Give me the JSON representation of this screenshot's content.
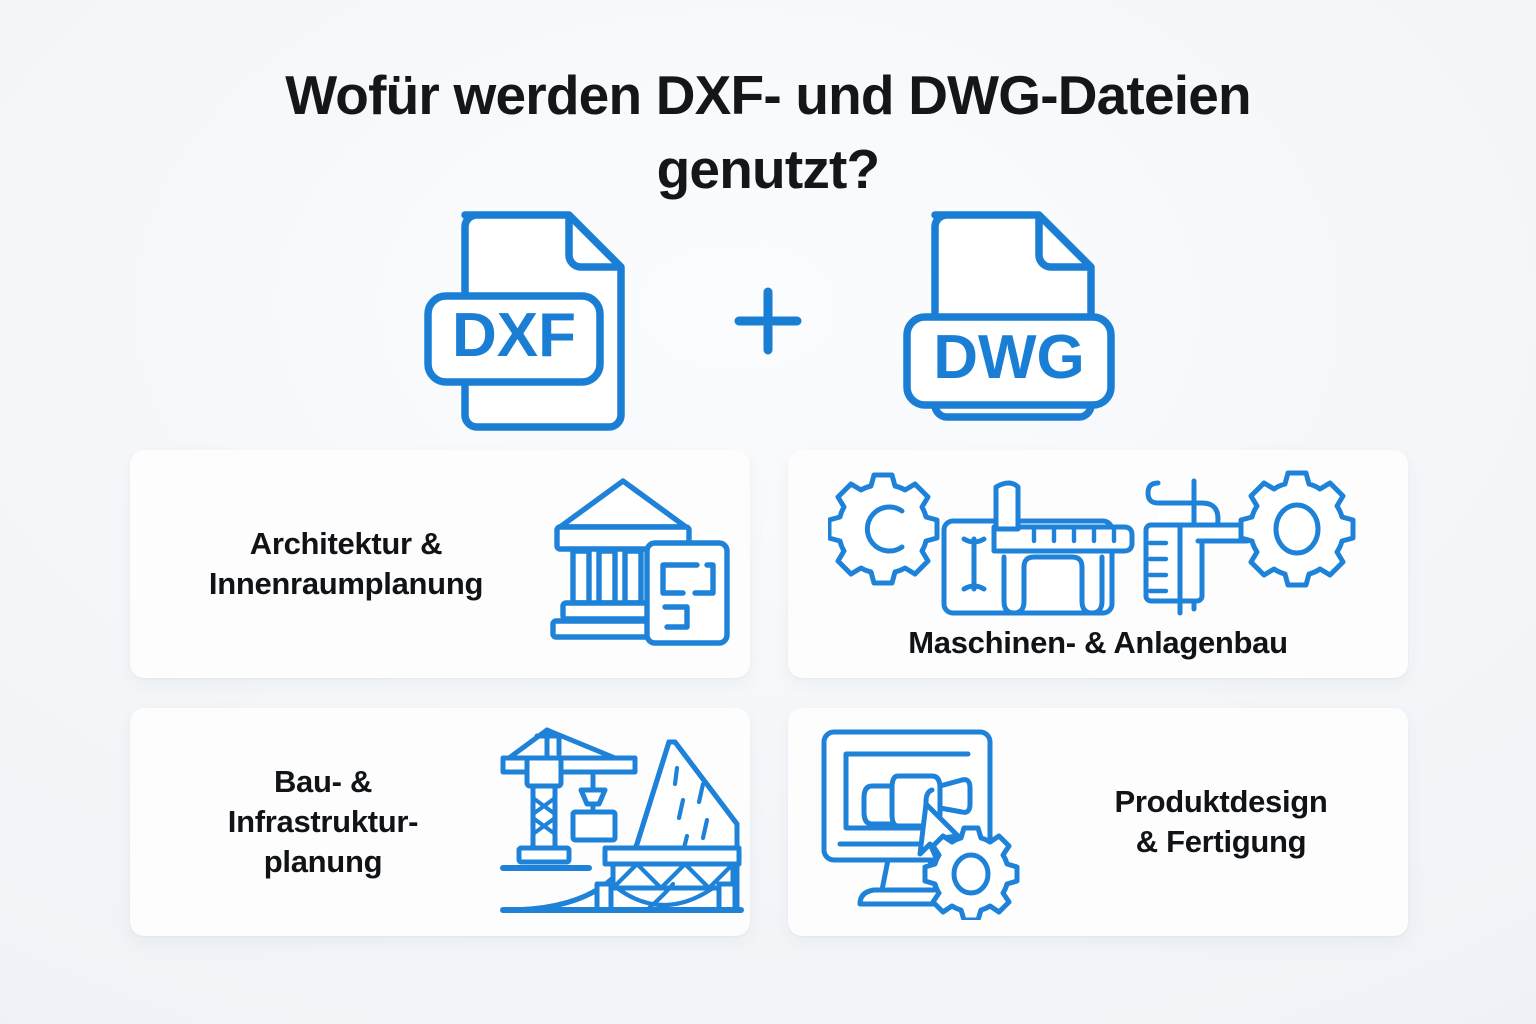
{
  "page": {
    "background_color": "#f4f7fa",
    "accent_color": "#1a7fd4",
    "text_color": "#14171a",
    "card_color": "#fdfdfe"
  },
  "title": {
    "line1": "Wofür werden DXF- und DWG-Dateien",
    "line2": "genutzt?"
  },
  "hero": {
    "file_left_label": "DXF",
    "operator": "+",
    "file_right_label": "DWG"
  },
  "cards": [
    {
      "id": "architektur",
      "label": "Architektur &\nInnenraumplanung",
      "icon_name": "classical-building-floorplan-icon",
      "layout": "text-left-icon-right"
    },
    {
      "id": "maschinenbau",
      "label": "Maschinen- & Anlagenbau",
      "icon_name": "gears-calipers-icon",
      "layout": "icon-top-text-bottom"
    },
    {
      "id": "bau-infrastruktur",
      "label": "Bau- &\nInfrastruktur-\nplanung",
      "icon_name": "crane-highway-bridge-icon",
      "layout": "text-left-icon-right"
    },
    {
      "id": "produktdesign",
      "label": "Produktdesign\n& Fertigung",
      "icon_name": "monitor-cad-gear-icon",
      "layout": "icon-left-text-right"
    }
  ]
}
